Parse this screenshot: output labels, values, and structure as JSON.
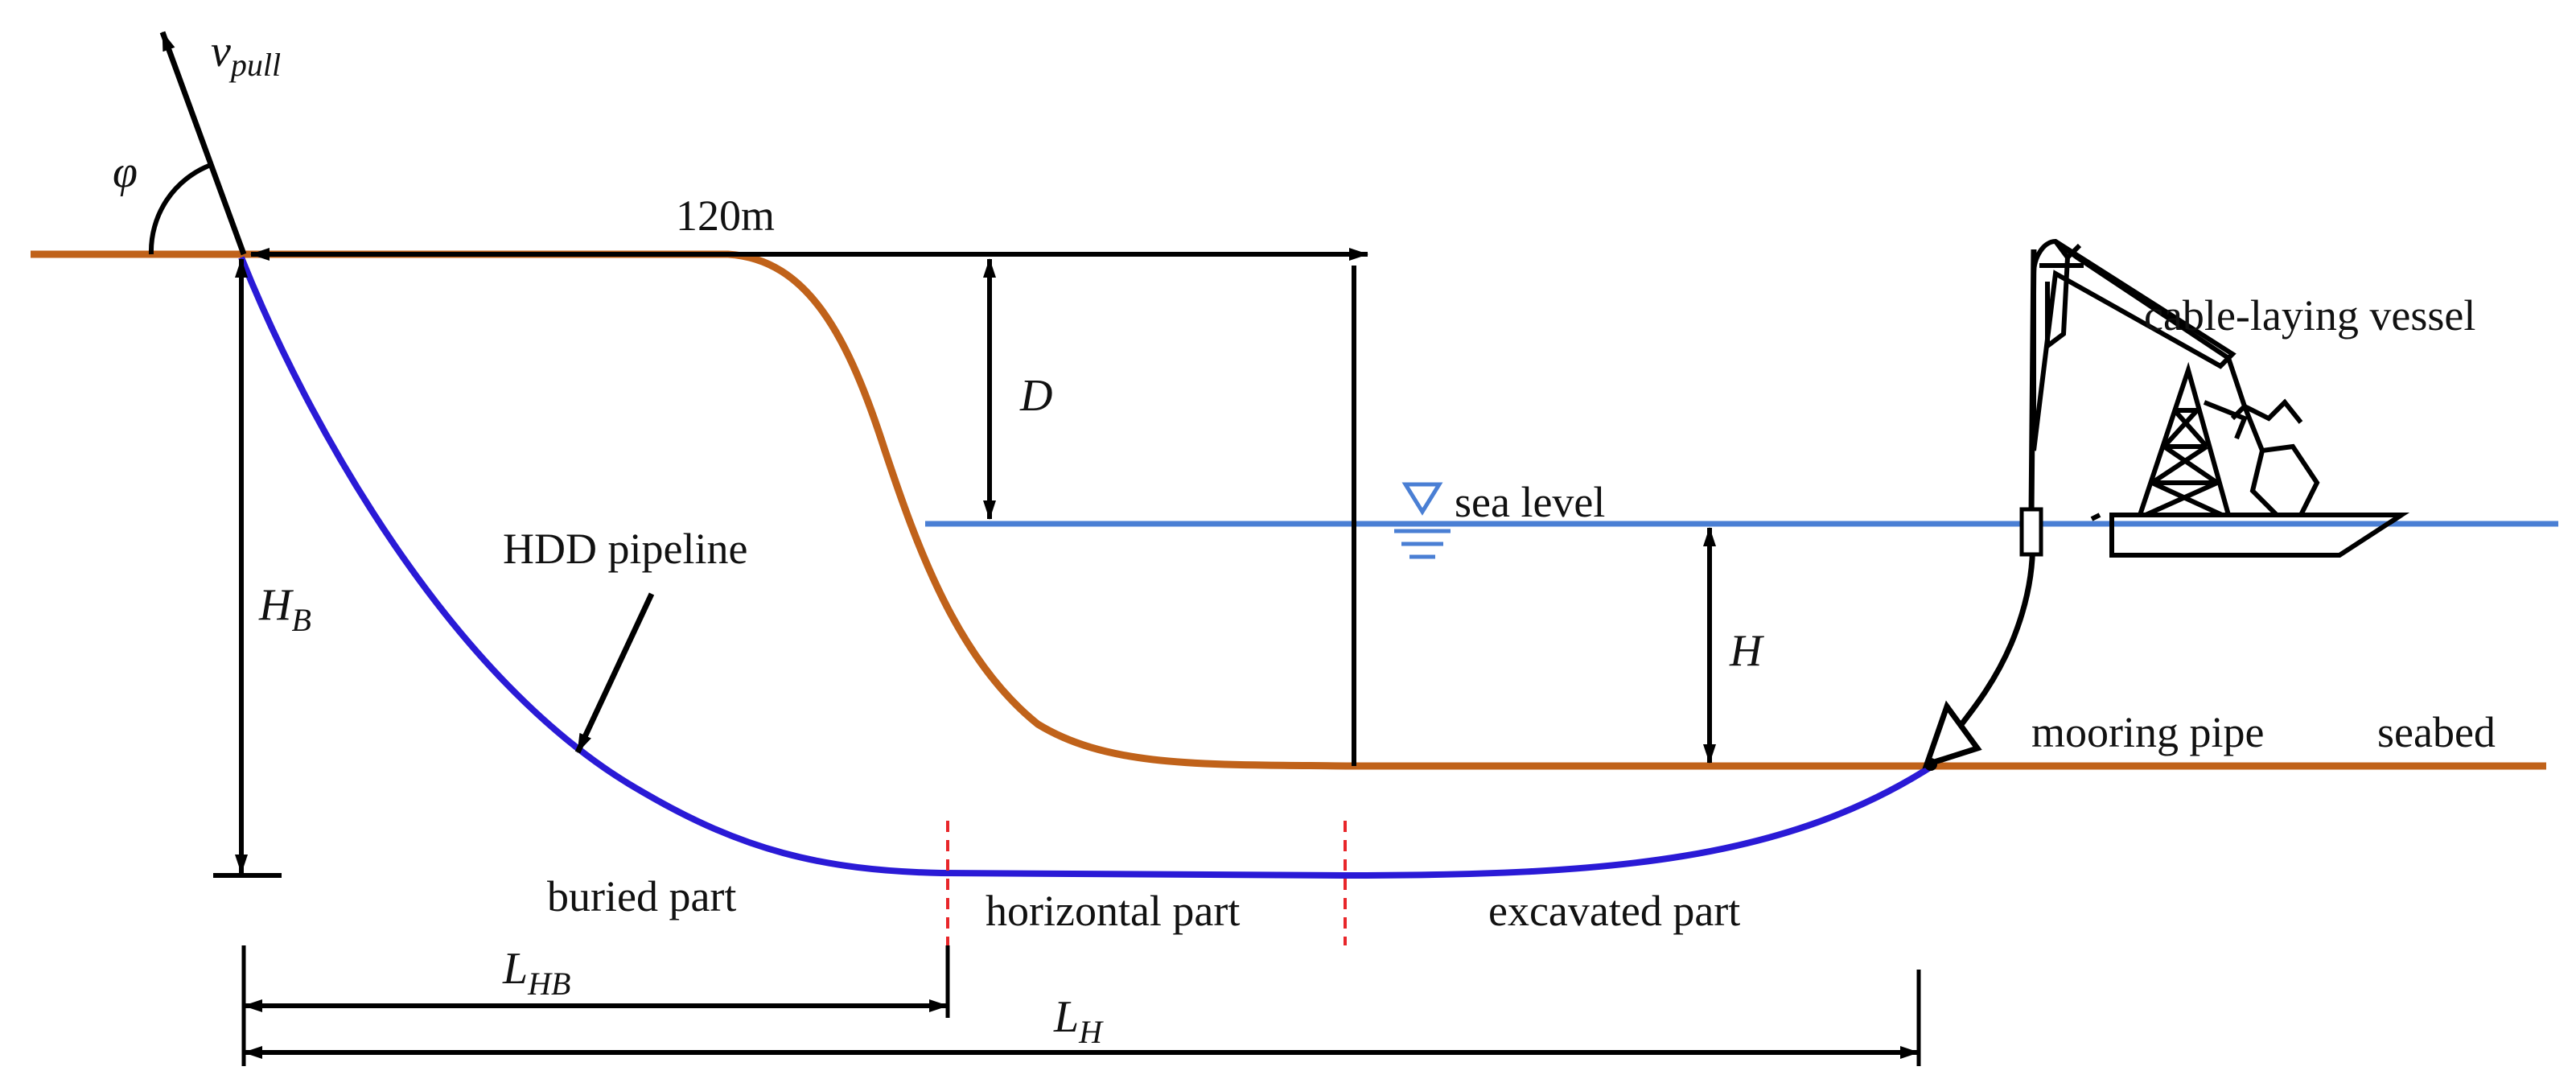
{
  "diagram": {
    "labels": {
      "v_pull": "v",
      "v_pull_sub": "pull",
      "phi": "φ",
      "length_120": "120m",
      "D": "D",
      "sea_level": "sea level",
      "H": "H",
      "H_B": "H",
      "H_B_sub": "B",
      "hdd_pipeline": "HDD pipeline",
      "cable_vessel": "cable-laying vessel",
      "mooring_pipe": "mooring pipe",
      "seabed": "seabed",
      "buried_part": "buried part",
      "horizontal_part": "horizontal part",
      "excavated_part": "excavated part",
      "L_HB": "L",
      "L_HB_sub": "HB",
      "L_H": "L",
      "L_H_sub": "H"
    },
    "colors": {
      "ground": "#c0621a",
      "pipeline": "#2a1ad6",
      "sea": "#4a7fd4",
      "divider": "#e8262a",
      "line": "#000000"
    }
  }
}
